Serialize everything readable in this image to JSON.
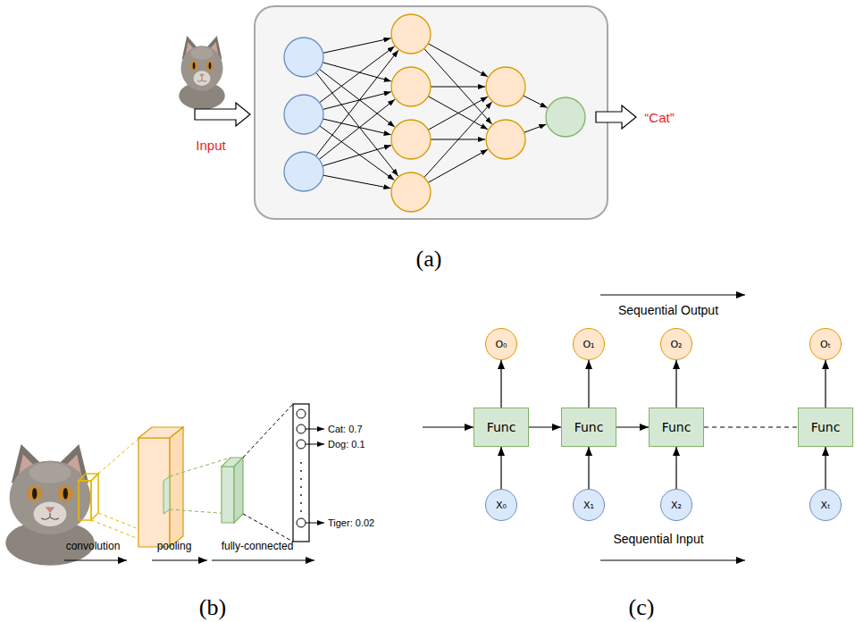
{
  "diagram": {
    "nodes": [
      {
        "text": [
          "O₀"
        ]
      },
      {
        "text": [
          "O₁"
        ]
      },
      {
        "text": [
          "O₂"
        ]
      },
      {
        "text": [
          "Oₜ"
        ]
      },
      {
        "text": [
          "Func"
        ]
      },
      {
        "text": [
          "Func"
        ]
      },
      {
        "text": [
          "Func"
        ]
      },
      {
        "text": [
          "Func"
        ]
      },
      {
        "text": [
          "X₀"
        ]
      },
      {
        "text": [
          "X₁"
        ]
      },
      {
        "text": [
          "X₂"
        ]
      },
      {
        "text": [
          "Xₜ"
        ]
      }
    ],
    "edges": [
      {
        "from": 8,
        "to": 4,
        "arrow": "to"
      },
      {
        "from": 9,
        "to": 5,
        "arrow": "to"
      },
      {
        "from": 10,
        "to": 6,
        "arrow": "to"
      },
      {
        "from": 11,
        "to": 7,
        "arrow": "to"
      },
      {
        "from": 4,
        "to": 0,
        "arrow": "to"
      },
      {
        "from": 5,
        "to": 1,
        "arrow": "to"
      },
      {
        "from": 6,
        "to": 2,
        "arrow": "to"
      },
      {
        "from": 7,
        "to": 3,
        "arrow": "to"
      },
      {
        "from": 4,
        "to": 5,
        "arrow": "to"
      },
      {
        "from": 5,
        "to": 6,
        "arrow": "to"
      },
      {
        "from": 6,
        "to": 7,
        "arrow": "none"
      }
    ],
    "labels": [
      "Input",
      "“Cat”",
      "(a)",
      "convolution",
      "pooling",
      "fully-connected",
      "Cat: 0.7",
      "Dog: 0.1",
      "Tiger: 0.02",
      "(b)",
      "Sequential Output",
      "Sequential Input",
      "(c)"
    ]
  }
}
